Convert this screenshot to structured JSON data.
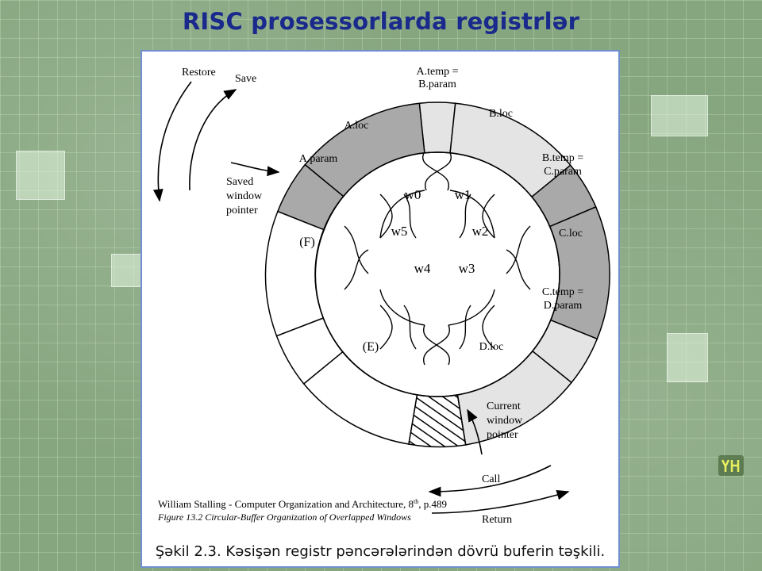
{
  "slide": {
    "title": "RISC prosessorlarda registrlər",
    "caption": "Şəkil 2.3. Kəsişən registr pəncərələrindən dövrü buferin təşkili."
  },
  "figure": {
    "segments": {
      "a_temp_1": "A.temp =",
      "a_temp_2": "B.param",
      "b_loc": "B.loc",
      "b_temp_1": "B.temp =",
      "b_temp_2": "C.param",
      "c_loc": "C.loc",
      "c_temp_1": "C.temp =",
      "c_temp_2": "D.param",
      "d_loc": "D.loc",
      "e": "(E)",
      "f": "(F)",
      "a_param": "A.param",
      "a_loc": "A.loc"
    },
    "windows": [
      "w0",
      "w1",
      "w2",
      "w3",
      "w4",
      "w5"
    ],
    "labels": {
      "restore": "Restore",
      "save": "Save",
      "saved_ptr_1": "Saved",
      "saved_ptr_2": "window",
      "saved_ptr_3": "pointer",
      "current_ptr_1": "Current",
      "current_ptr_2": "window",
      "current_ptr_3": "pointer",
      "call": "Call",
      "return": "Return"
    },
    "source": {
      "line1_a": "William Stalling - Computer Organization and Architecture, 8",
      "line1_sup": "th",
      "line1_b": ", p.489",
      "line2": "Figure 13.2 Circular-Buffer Organization of Overlapped Windows"
    },
    "colors": {
      "dark_gray": "#a9a9a9",
      "light_gray": "#e4e4e4",
      "title_blue": "#1a2a8c"
    }
  }
}
